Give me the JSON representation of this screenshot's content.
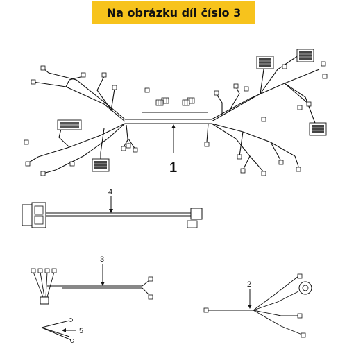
{
  "banner": {
    "text": "Na obrázku díl číslo 3",
    "color": "#f7c31c"
  },
  "callouts": {
    "part_1": "1",
    "part_2": "2",
    "part_3": "3",
    "part_4": "4",
    "part_5": "5"
  }
}
